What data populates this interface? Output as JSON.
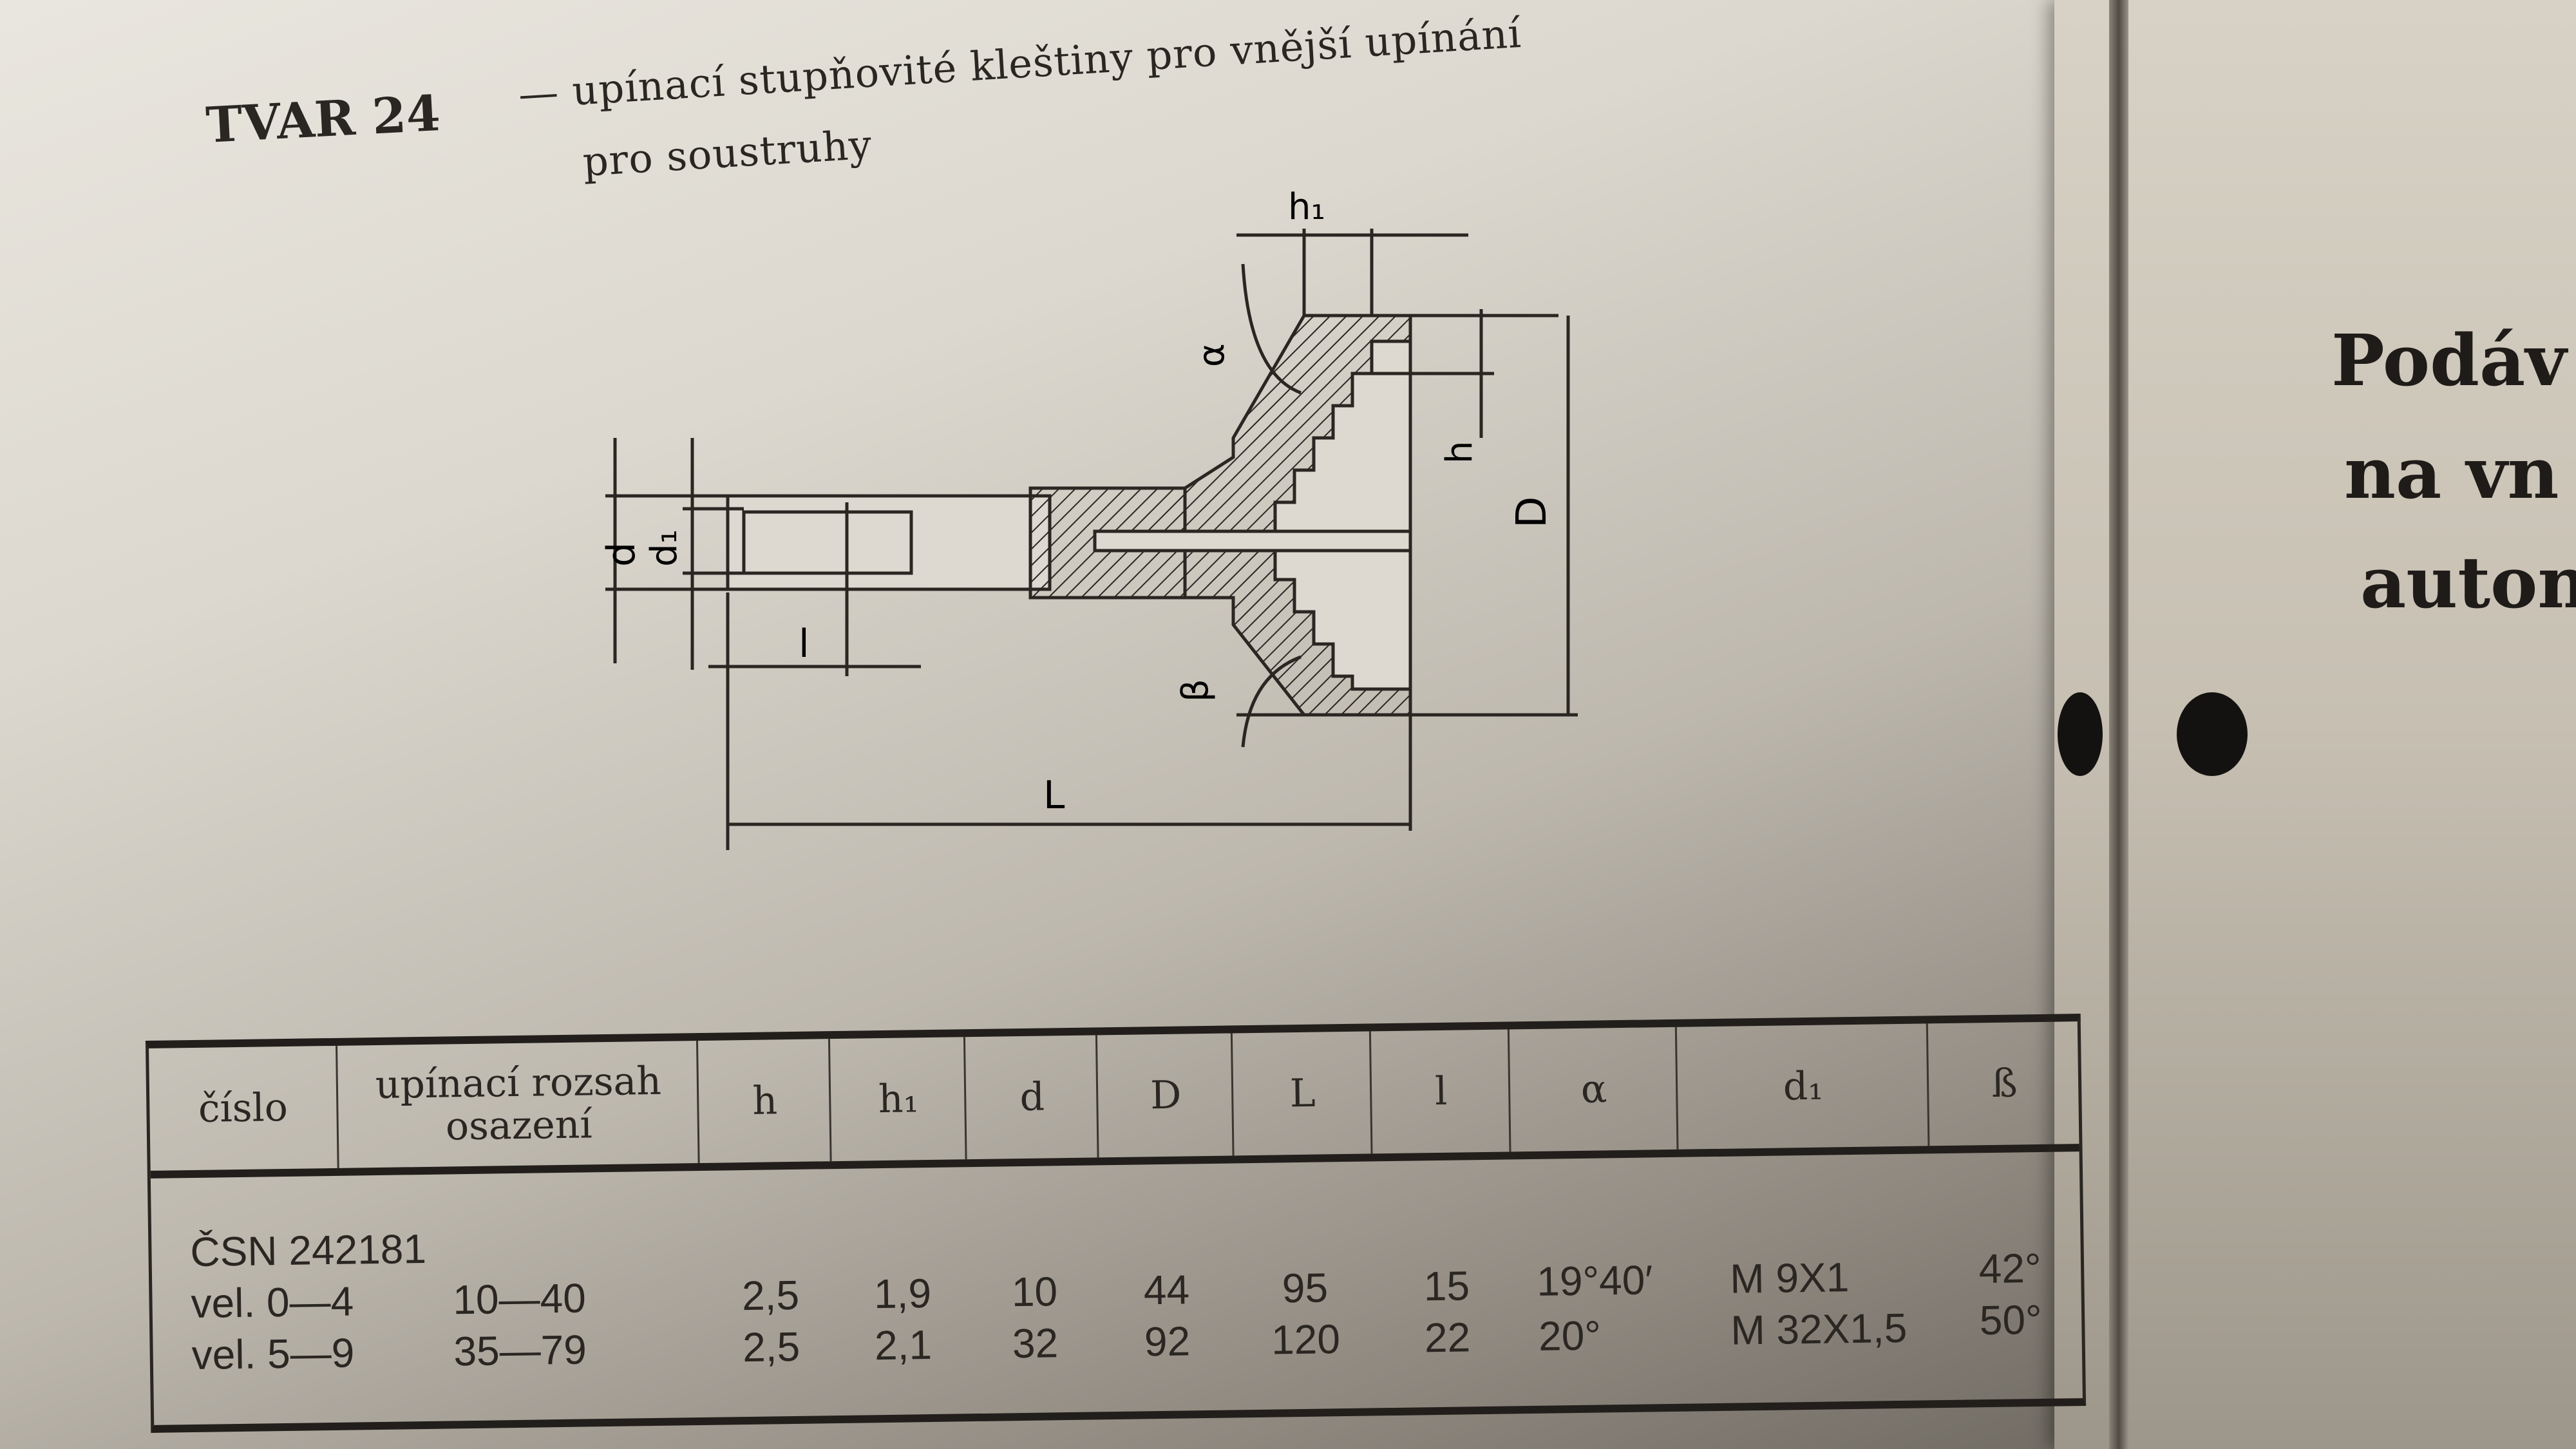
{
  "heading": {
    "code": "TVAR 24",
    "line1": "— upínací stupňovité kleštiny pro vnější upínání",
    "line2": "pro soustruhy"
  },
  "diagram_labels": {
    "h1": "h₁",
    "alpha": "α",
    "h": "h",
    "D": "D",
    "d": "d",
    "d1": "d₁",
    "l": "l",
    "L": "L",
    "beta": "β"
  },
  "table": {
    "headers": [
      "číslo",
      "upínací rozsah osazení",
      "h",
      "h₁",
      "d",
      "D",
      "L",
      "l",
      "α",
      "d₁",
      "ß"
    ],
    "standard": "ČSN 242181",
    "rows": [
      [
        "vel. 0—4",
        "10—40",
        "2,5",
        "1,9",
        "10",
        "44",
        "95",
        "15",
        "19°40′",
        "M  9X1",
        "42°"
      ],
      [
        "vel. 5—9",
        "35—79",
        "2,5",
        "2,1",
        "32",
        "92",
        "120",
        "22",
        "20°",
        "M 32X1,5",
        "50°"
      ]
    ]
  },
  "right_page": {
    "lines": [
      "Podáv",
      "na vn",
      "auton"
    ]
  }
}
